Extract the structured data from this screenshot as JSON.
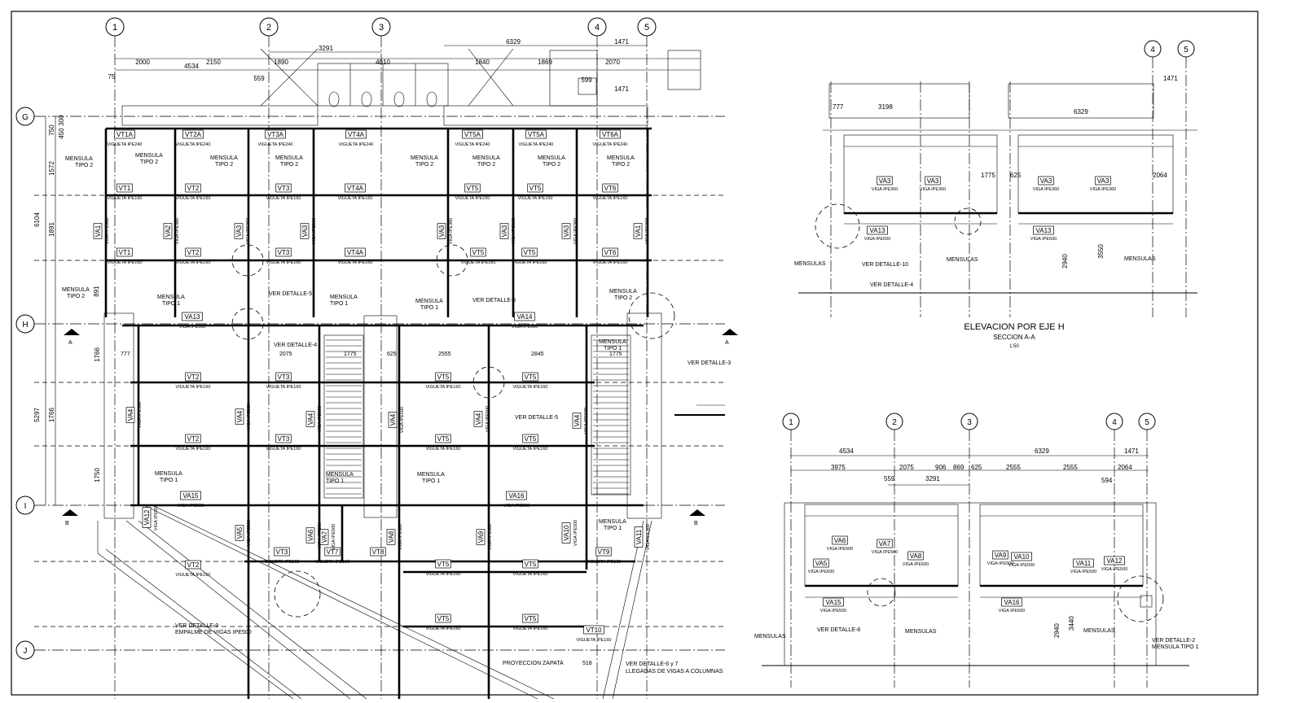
{
  "plan": {
    "axes_cols": [
      "1",
      "2",
      "3",
      "4",
      "5"
    ],
    "axes_rows": [
      "G",
      "H",
      "I",
      "J"
    ],
    "top_dims": [
      "3291",
      "6329",
      "1471",
      "2000",
      "4534",
      "2150",
      "1890",
      "4010",
      "1840",
      "1869",
      "2070",
      "559",
      "599",
      "1471",
      "75"
    ],
    "left_dims": [
      "750",
      "450",
      "300",
      "1572",
      "6104",
      "1891",
      "891",
      "1766",
      "5297",
      "1766",
      "1750"
    ],
    "beam_tags": [
      {
        "t": "VT1A",
        "s": "VIGUETA IPE240"
      },
      {
        "t": "VT2A",
        "s": "VIGUETA IPE240"
      },
      {
        "t": "VT3A",
        "s": "VIGUETA IPE240"
      },
      {
        "t": "VT4A",
        "s": "VIGUETA IPE240"
      },
      {
        "t": "VT5A",
        "s": "VIGUETA IPE240"
      },
      {
        "t": "VT5A",
        "s": "VIGUETA IPE240"
      },
      {
        "t": "VT6A",
        "s": "VIGUETA IPE240"
      },
      {
        "t": "VT1",
        "s": "VIGUETA IPE160"
      },
      {
        "t": "VT2",
        "s": "VIGUETA IPE160"
      },
      {
        "t": "VT3",
        "s": "VIGUETA IPE160"
      },
      {
        "t": "VT4A",
        "s": "VIGUETA IPE160"
      },
      {
        "t": "VT5",
        "s": "VIGUETA IPE160"
      },
      {
        "t": "VT5",
        "s": "VIGUETA IPE160"
      },
      {
        "t": "VT6",
        "s": "VIGUETA IPE160"
      },
      {
        "t": "VT1",
        "s": "VIGUETA IPE160"
      },
      {
        "t": "VT2",
        "s": "VIGUETA IPE160"
      },
      {
        "t": "VT3",
        "s": "VIGUETA IPE160"
      },
      {
        "t": "VT4A",
        "s": "VIGUETA IPE160"
      },
      {
        "t": "VT5",
        "s": "VIGUETA IPE160"
      },
      {
        "t": "VT5",
        "s": "VIGUETA IPE160"
      },
      {
        "t": "VT6",
        "s": "VIGUETA IPE160"
      },
      {
        "t": "VA13",
        "s": "VIGA IPE500"
      },
      {
        "t": "VA14",
        "s": "VIGA IPE500"
      },
      {
        "t": "VT2",
        "s": "VIGUETA IPE160"
      },
      {
        "t": "VT3",
        "s": "VIGUETA IPE160"
      },
      {
        "t": "VT5",
        "s": "VIGUETA IPE160"
      },
      {
        "t": "VT5",
        "s": "VIGUETA IPE160"
      },
      {
        "t": "VT2",
        "s": "VIGUETA IPE160"
      },
      {
        "t": "VT3",
        "s": "VIGUETA IPE160"
      },
      {
        "t": "VT5",
        "s": "VIGUETA IPE160"
      },
      {
        "t": "VT5",
        "s": "VIGUETA IPE160"
      },
      {
        "t": "VA15",
        "s": "VIGA IPE500"
      },
      {
        "t": "VA16",
        "s": "VIGA IPE500"
      },
      {
        "t": "VT2",
        "s": "VIGUETA IPE160"
      },
      {
        "t": "VT3",
        "s": "VIGUETA IPE160"
      },
      {
        "t": "VT7",
        "s": "VIGUETA IPE160"
      },
      {
        "t": "VT8",
        "s": ""
      },
      {
        "t": "VT5",
        "s": "VIGUETA IPE160"
      },
      {
        "t": "VT5",
        "s": "VIGUETA IPE160"
      },
      {
        "t": "VT9",
        "s": "VIGUETA IPE160"
      },
      {
        "t": "VT5",
        "s": "VIGUETA IPE160"
      },
      {
        "t": "VT5",
        "s": "VIGUETA IPE160"
      },
      {
        "t": "VT10",
        "s": "VIGUETA IPE160"
      }
    ],
    "vert_tags": [
      "VA1",
      "VA2",
      "VA3",
      "VA3",
      "VA3",
      "VA3",
      "VA3",
      "VA1",
      "VA4",
      "VA4",
      "VA4",
      "VA4",
      "VA4",
      "VA4",
      "VA5",
      "VA6",
      "VA7",
      "VA8",
      "VA9",
      "VA10",
      "VA11",
      "VA12"
    ],
    "vert_sub_500": "VIGA IPE500",
    "vert_sub_360": "VIGA IPE360",
    "notes": {
      "mensula_tipo2": [
        "MENSULA",
        "TIPO 2"
      ],
      "mensula_tipo1": [
        "MENSULA",
        "TIPO 1"
      ],
      "det5": "VER DETALLE-5",
      "det4": "VER DETALLE-4",
      "det3": "VER DETALLE-3",
      "det9a": "VER DETALLE-9",
      "det9b": "EMPALME DE VIGAS IPE500",
      "det67a": "VER DETALLE-6 y 7",
      "det67b": "LLEGADAS DE VIGAS A COLUMNAS",
      "proy": "PROYECCION ZAPATA",
      "d518": "518",
      "sec_a": "A",
      "sec_b": "B",
      "d2075": "2075",
      "d1775": "1775",
      "d625": "625",
      "d2555": "2555",
      "d2845": "2845",
      "d1775b": "1775",
      "d777": "777"
    }
  },
  "elev_h": {
    "title": "ELEVACION POR EJE H",
    "subtitle": "SECCION    A-A",
    "scale": "1:50",
    "axes": [
      "4",
      "5"
    ],
    "dims": [
      "1471",
      "777",
      "3198",
      "6329",
      "1775",
      "625",
      "2064",
      "2940",
      "3550"
    ],
    "tags": [
      {
        "t": "VA3",
        "s": "VIGA IPE360"
      },
      {
        "t": "VA3",
        "s": "VIGA IPE360"
      },
      {
        "t": "VA3",
        "s": "VIGA IPE360"
      },
      {
        "t": "VA3",
        "s": "VIGA IPE360"
      },
      {
        "t": "VA13",
        "s": "VIGA IPE500"
      },
      {
        "t": "VA13",
        "s": "VIGA IPE500"
      }
    ],
    "notes": [
      "MENSULAS",
      "VER DETALLE-10",
      "VER DETALLE-4",
      "MENSULAS",
      "MENSULAS"
    ]
  },
  "elev_i": {
    "axes": [
      "1",
      "2",
      "3",
      "4",
      "5"
    ],
    "dims": [
      "4534",
      "6329",
      "1471",
      "3975",
      "2075",
      "906",
      "869",
      "625",
      "2555",
      "2555",
      "2064",
      "559",
      "3291",
      "594",
      "2940",
      "3440"
    ],
    "tags": [
      {
        "t": "VA6",
        "s": "VIGA IPE500"
      },
      {
        "t": "VA5",
        "s": "VIGA IPE500"
      },
      {
        "t": "VA7",
        "s": "VIGA IPE500"
      },
      {
        "t": "VA8",
        "s": "VIGA IPE500"
      },
      {
        "t": "VA9",
        "s": "VIGA IPE500"
      },
      {
        "t": "VA10",
        "s": "VIGA IPE500"
      },
      {
        "t": "VA11",
        "s": "VIGA IPE500"
      },
      {
        "t": "VA12",
        "s": "VIGA IPE500"
      },
      {
        "t": "VA15",
        "s": "VIGA IPE500"
      },
      {
        "t": "VA16",
        "s": "VIGA IPE500"
      }
    ],
    "notes": [
      "MENSULAS",
      "VER DETALLE-8",
      "MENSULAS",
      "MENSULAS",
      "VER DETALLE-2",
      "MENSULA TIPO 1"
    ]
  }
}
